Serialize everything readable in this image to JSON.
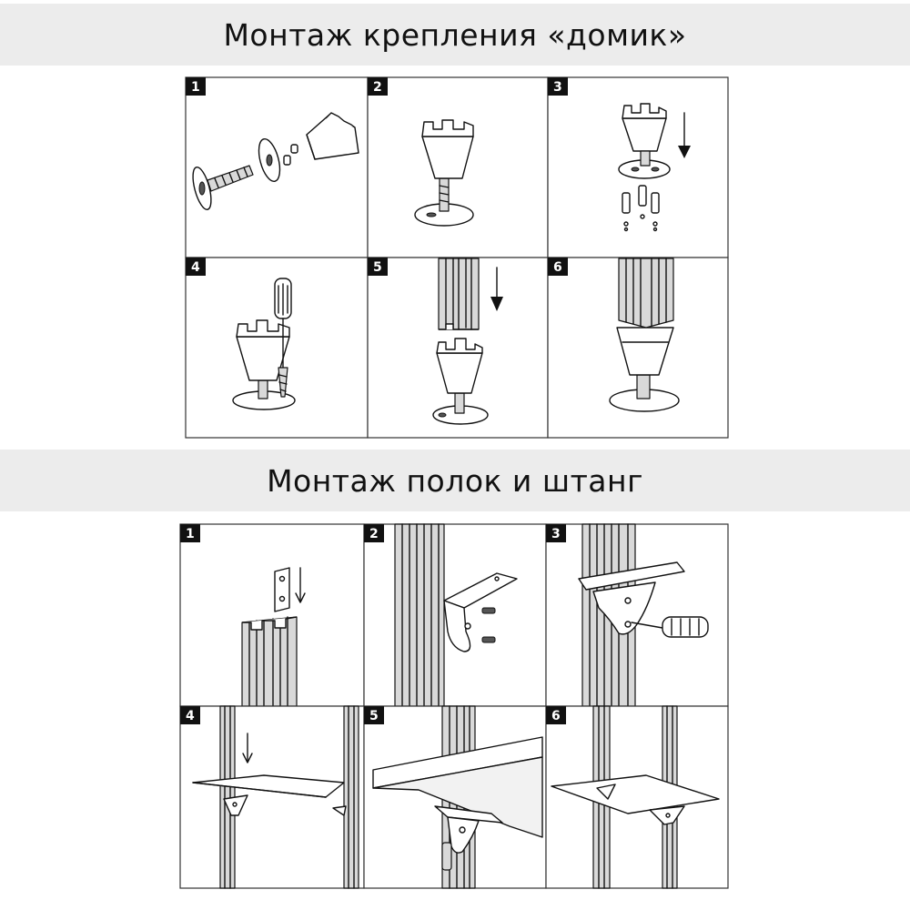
{
  "sections": [
    {
      "title": "Монтаж крепления «домик»",
      "steps": [
        "1",
        "2",
        "3",
        "4",
        "5",
        "6"
      ]
    },
    {
      "title": "Монтаж полок и штанг",
      "steps": [
        "1",
        "2",
        "3",
        "4",
        "5",
        "6"
      ]
    }
  ],
  "colors": {
    "banner_bg": "#ececec",
    "badge_bg": "#111111",
    "line": "#111111"
  }
}
